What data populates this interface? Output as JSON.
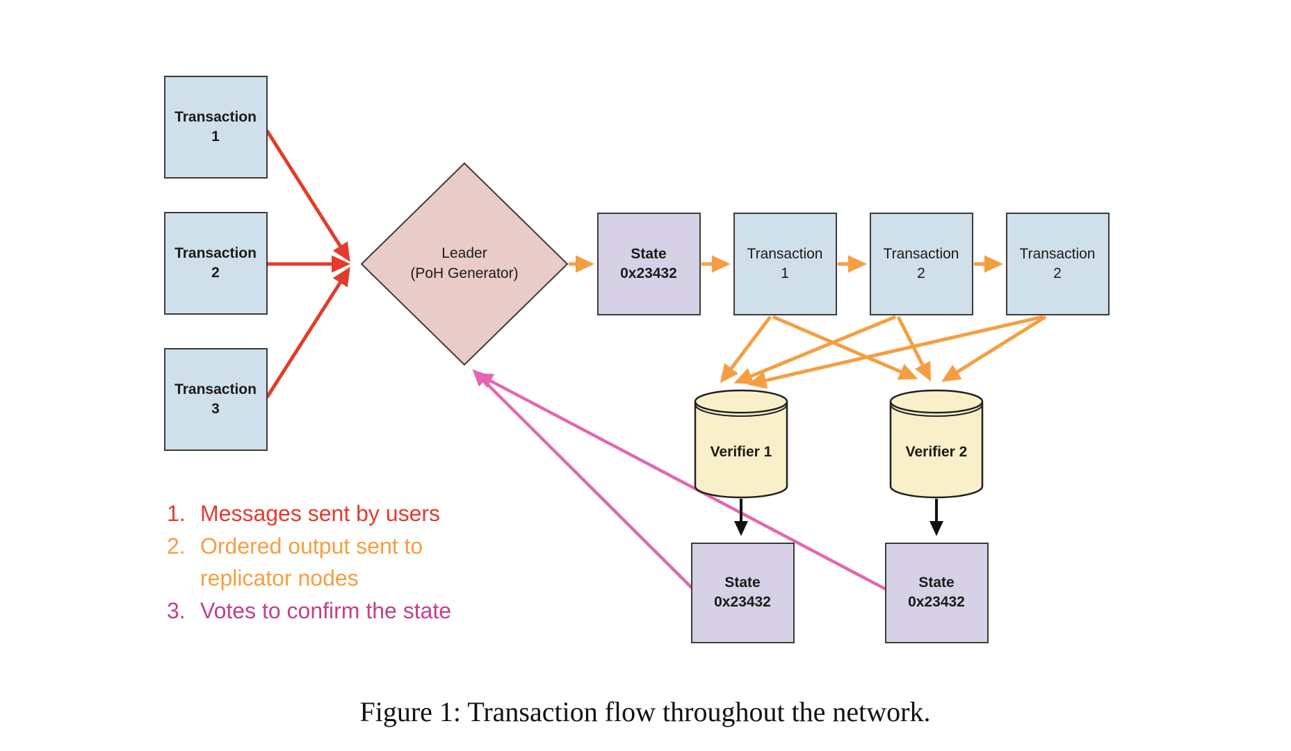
{
  "figure": {
    "caption": "Figure 1: Transaction flow throughout the network."
  },
  "nodes": {
    "user_tx1": {
      "line1": "Transaction",
      "line2": "1"
    },
    "user_tx2": {
      "line1": "Transaction",
      "line2": "2"
    },
    "user_tx3": {
      "line1": "Transaction",
      "line2": "3"
    },
    "leader": {
      "line1": "Leader",
      "line2": "(PoH Generator)"
    },
    "state_head": {
      "line1": "State",
      "line2": "0x23432"
    },
    "chain_tx1": {
      "line1": "Transaction",
      "line2": "1"
    },
    "chain_tx2": {
      "line1": "Transaction",
      "line2": "2"
    },
    "chain_tx3": {
      "line1": "Transaction",
      "line2": "2"
    },
    "verifier1": {
      "label": "Verifier 1"
    },
    "verifier2": {
      "label": "Verifier 2"
    },
    "state_v1": {
      "line1": "State",
      "line2": "0x23432"
    },
    "state_v2": {
      "line1": "State",
      "line2": "0x23432"
    }
  },
  "legend": {
    "item1": {
      "number": "1.",
      "text": "Messages sent by users"
    },
    "item2": {
      "number": "2.",
      "text": "Ordered output sent to",
      "text2": "replicator nodes"
    },
    "item3": {
      "number": "3.",
      "text": "Votes to confirm the state"
    }
  },
  "colors": {
    "user_messages_red": "#e23b2e",
    "ordered_output_orange": "#f59e41",
    "votes_pink": "#e466b2",
    "legend_votes_magenta": "#c33e8d",
    "black_arrow": "#111111",
    "transaction_box_fill": "#cfe0ea",
    "state_box_fill": "#d7d1e5",
    "leader_diamond_fill": "#e9cbc8",
    "verifier_cylinder_fill": "#f9efc9"
  }
}
